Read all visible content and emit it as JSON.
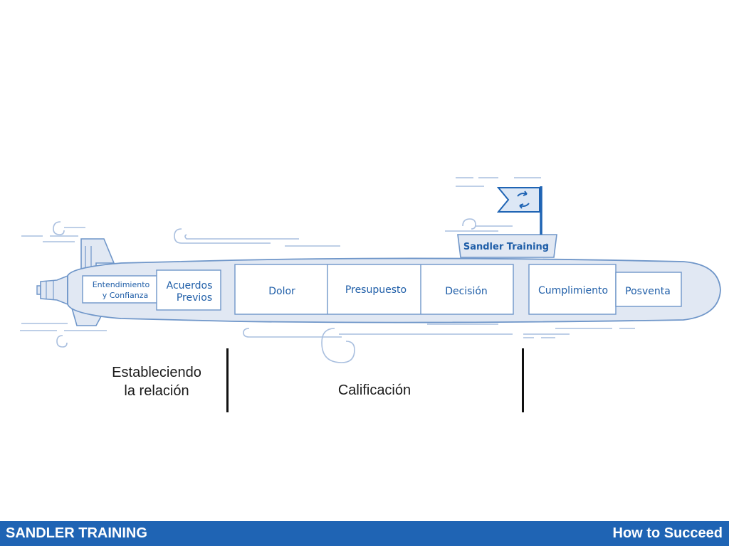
{
  "colors": {
    "hull_fill": "#e1e8f3",
    "hull_stroke": "#6f96c9",
    "label_blue": "#1f5ea8",
    "flag_blue": "#1f64b4",
    "footer_bg": "#1f64b4",
    "footer_text": "#ffffff",
    "phase_text": "#1a1a1a"
  },
  "icons": {
    "flag": "sandler-flag-icon",
    "logo_plate": "sandler-training-logo"
  },
  "submarine": {
    "brand": "Sandler Training",
    "trademark": "®",
    "compartments": {
      "entendimiento_line1": "Entendimiento",
      "entendimiento_line2": "y Confianza",
      "acuerdos_line1": "Acuerdos",
      "acuerdos_line2": "Previos",
      "dolor": "Dolor",
      "presupuesto": "Presupuesto",
      "decision": "Decisión",
      "cumplimiento": "Cumplimiento",
      "posventa": "Posventa"
    }
  },
  "phases": {
    "relationship_line1": "Estableciendo",
    "relationship_line2": "la relación",
    "qualification": "Calificación"
  },
  "footer": {
    "left": "SANDLER TRAINING",
    "right": "How to Succeed"
  }
}
